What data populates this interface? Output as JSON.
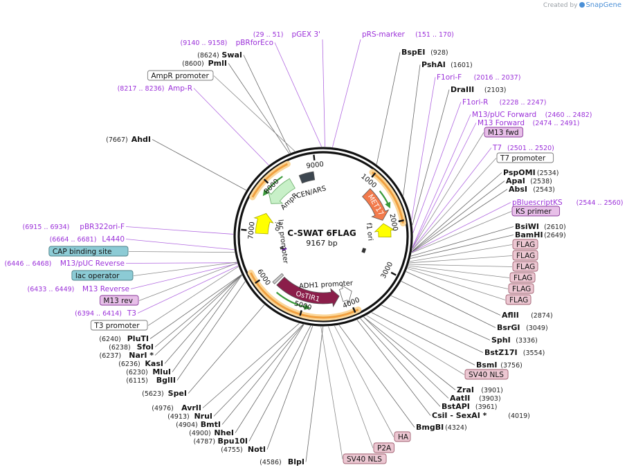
{
  "credit": {
    "prefix": "Created by",
    "brand": "SnapGene"
  },
  "map": {
    "name": "C-SWAT 6FLAG",
    "length_label": "9167 bp",
    "total_bp": 9167,
    "ticks": [
      "1000",
      "2000",
      "3000",
      "4000",
      "5000",
      "6000",
      "7000",
      "8000",
      "9000"
    ]
  },
  "colors": {
    "backbone": "#111111",
    "primer": "#9b30d9",
    "orf_orange": "#f0a040",
    "met17": "#f27a4c",
    "ostir1": "#8b1e4a",
    "cen_ars": "#3d4750",
    "ampr": "#c8f0c8",
    "f1ori": "#ffff00",
    "flag_tag": "#ecc7d2",
    "misc_blue": "#8ccbd5",
    "primer_box": "#e7bfe8"
  },
  "arc_features": [
    {
      "name": "MET17"
    },
    {
      "name": "OsTIR1"
    },
    {
      "name": "AmpR"
    },
    {
      "name": "CEN/ARS"
    },
    {
      "name": "f1 ori"
    },
    {
      "name": "ori"
    },
    {
      "name": "lac promoter"
    },
    {
      "name": "ADH1 promoter"
    }
  ],
  "labels_right": [
    {
      "name": "BspEI",
      "pos": "(928)",
      "kind": "enzyme"
    },
    {
      "name": "PshAI",
      "pos": "(1601)",
      "kind": "enzyme"
    },
    {
      "name": "F1ori-F",
      "pos": "(2016 .. 2037)",
      "kind": "primer"
    },
    {
      "name": "DraIII",
      "pos": "(2103)",
      "kind": "enzyme"
    },
    {
      "name": "F1ori-R",
      "pos": "(2228 .. 2247)",
      "kind": "primer"
    },
    {
      "name": "M13/pUC Forward",
      "pos": "(2460 .. 2482)",
      "kind": "primer"
    },
    {
      "name": "M13 Forward",
      "pos": "(2474 .. 2491)",
      "kind": "primer"
    },
    {
      "name": "M13 fwd",
      "pos": "",
      "kind": "box-purple"
    },
    {
      "name": "T7",
      "pos": "(2501 .. 2520)",
      "kind": "primer"
    },
    {
      "name": "T7 promoter",
      "pos": "",
      "kind": "box-white"
    },
    {
      "name": "PspOMI",
      "pos": "(2534)",
      "kind": "enzyme"
    },
    {
      "name": "ApaI",
      "pos": "(2538)",
      "kind": "enzyme"
    },
    {
      "name": "AbsI",
      "pos": "(2543)",
      "kind": "enzyme"
    },
    {
      "name": "pBluescriptKS",
      "pos": "(2544 .. 2560)",
      "kind": "primer"
    },
    {
      "name": "KS primer",
      "pos": "",
      "kind": "box-purple"
    },
    {
      "name": "BsiWI",
      "pos": "(2610)",
      "kind": "enzyme"
    },
    {
      "name": "BamHI",
      "pos": "(2649)",
      "kind": "enzyme"
    },
    {
      "name": "FLAG",
      "pos": "",
      "kind": "box-pink"
    },
    {
      "name": "FLAG",
      "pos": "",
      "kind": "box-pink"
    },
    {
      "name": "FLAG",
      "pos": "",
      "kind": "box-pink"
    },
    {
      "name": "FLAG",
      "pos": "",
      "kind": "box-pink"
    },
    {
      "name": "FLAG",
      "pos": "",
      "kind": "box-pink"
    },
    {
      "name": "FLAG",
      "pos": "",
      "kind": "box-pink"
    },
    {
      "name": "AflII",
      "pos": "(2874)",
      "kind": "enzyme"
    },
    {
      "name": "BsrGI",
      "pos": "(3049)",
      "kind": "enzyme"
    },
    {
      "name": "SphI",
      "pos": "(3336)",
      "kind": "enzyme"
    },
    {
      "name": "BstZ17I",
      "pos": "(3554)",
      "kind": "enzyme"
    },
    {
      "name": "BsmI",
      "pos": "(3756)",
      "kind": "enzyme"
    },
    {
      "name": "SV40 NLS",
      "pos": "",
      "kind": "box-pink"
    },
    {
      "name": "ZraI",
      "pos": "(3901)",
      "kind": "enzyme"
    },
    {
      "name": "AatII",
      "pos": "(3903)",
      "kind": "enzyme"
    },
    {
      "name": "BstAPI",
      "pos": "(3961)",
      "kind": "enzyme"
    },
    {
      "name": "CsiI  - SexAI *",
      "pos": "(4019)",
      "kind": "enzyme"
    },
    {
      "name": "BmgBI",
      "pos": "(4324)",
      "kind": "enzyme"
    },
    {
      "name": "HA",
      "pos": "",
      "kind": "box-pink"
    },
    {
      "name": "P2A",
      "pos": "",
      "kind": "box-pink"
    },
    {
      "name": "SV40 NLS",
      "pos": "",
      "kind": "box-pink"
    }
  ],
  "labels_left": [
    {
      "name": "pGEX 3'",
      "pos": "(29 .. 51)",
      "kind": "primer"
    },
    {
      "name": "pRS-marker",
      "pos": "(151 .. 170)",
      "kind": "primer"
    },
    {
      "name": "pBRforEco",
      "pos": "(9140 .. 9158)",
      "kind": "primer"
    },
    {
      "name": "SwaI",
      "pos": "(8624)",
      "kind": "enzyme"
    },
    {
      "name": "PmlI",
      "pos": "(8600)",
      "kind": "enzyme"
    },
    {
      "name": "AmpR promoter",
      "pos": "",
      "kind": "box-white"
    },
    {
      "name": "Amp-R",
      "pos": "(8217 .. 8236)",
      "kind": "primer"
    },
    {
      "name": "AhdI",
      "pos": "(7667)",
      "kind": "enzyme"
    },
    {
      "name": "pBR322ori-F",
      "pos": "(6915 .. 6934)",
      "kind": "primer"
    },
    {
      "name": "L4440",
      "pos": "(6664 .. 6681)",
      "kind": "primer"
    },
    {
      "name": "CAP binding site",
      "pos": "",
      "kind": "box-blue"
    },
    {
      "name": "M13/pUC Reverse",
      "pos": "(6446 .. 6468)",
      "kind": "primer"
    },
    {
      "name": "lac operator",
      "pos": "",
      "kind": "box-blue"
    },
    {
      "name": "M13 Reverse",
      "pos": "(6433 .. 6449)",
      "kind": "primer"
    },
    {
      "name": "M13 rev",
      "pos": "",
      "kind": "box-purple"
    },
    {
      "name": "T3",
      "pos": "(6394 .. 6414)",
      "kind": "primer"
    },
    {
      "name": "T3 promoter",
      "pos": "",
      "kind": "box-white"
    },
    {
      "name": "PluTI",
      "pos": "(6240)",
      "kind": "enzyme"
    },
    {
      "name": "SfoI",
      "pos": "(6238)",
      "kind": "enzyme"
    },
    {
      "name": "NarI *",
      "pos": "(6237)",
      "kind": "enzyme"
    },
    {
      "name": "KasI",
      "pos": "(6236)",
      "kind": "enzyme"
    },
    {
      "name": "MluI",
      "pos": "(6230)",
      "kind": "enzyme"
    },
    {
      "name": "BglII",
      "pos": "(6115)",
      "kind": "enzyme"
    },
    {
      "name": "SpeI",
      "pos": "(5623)",
      "kind": "enzyme"
    },
    {
      "name": "AvrII",
      "pos": "(4976)",
      "kind": "enzyme"
    },
    {
      "name": "NruI",
      "pos": "(4913)",
      "kind": "enzyme"
    },
    {
      "name": "BmtI",
      "pos": "(4904)",
      "kind": "enzyme"
    },
    {
      "name": "NheI",
      "pos": "(4900)",
      "kind": "enzyme"
    },
    {
      "name": "Bpu10I",
      "pos": "(4787)",
      "kind": "enzyme"
    },
    {
      "name": "NotI",
      "pos": "(4755)",
      "kind": "enzyme"
    },
    {
      "name": "BlpI",
      "pos": "(4586)",
      "kind": "enzyme"
    }
  ]
}
